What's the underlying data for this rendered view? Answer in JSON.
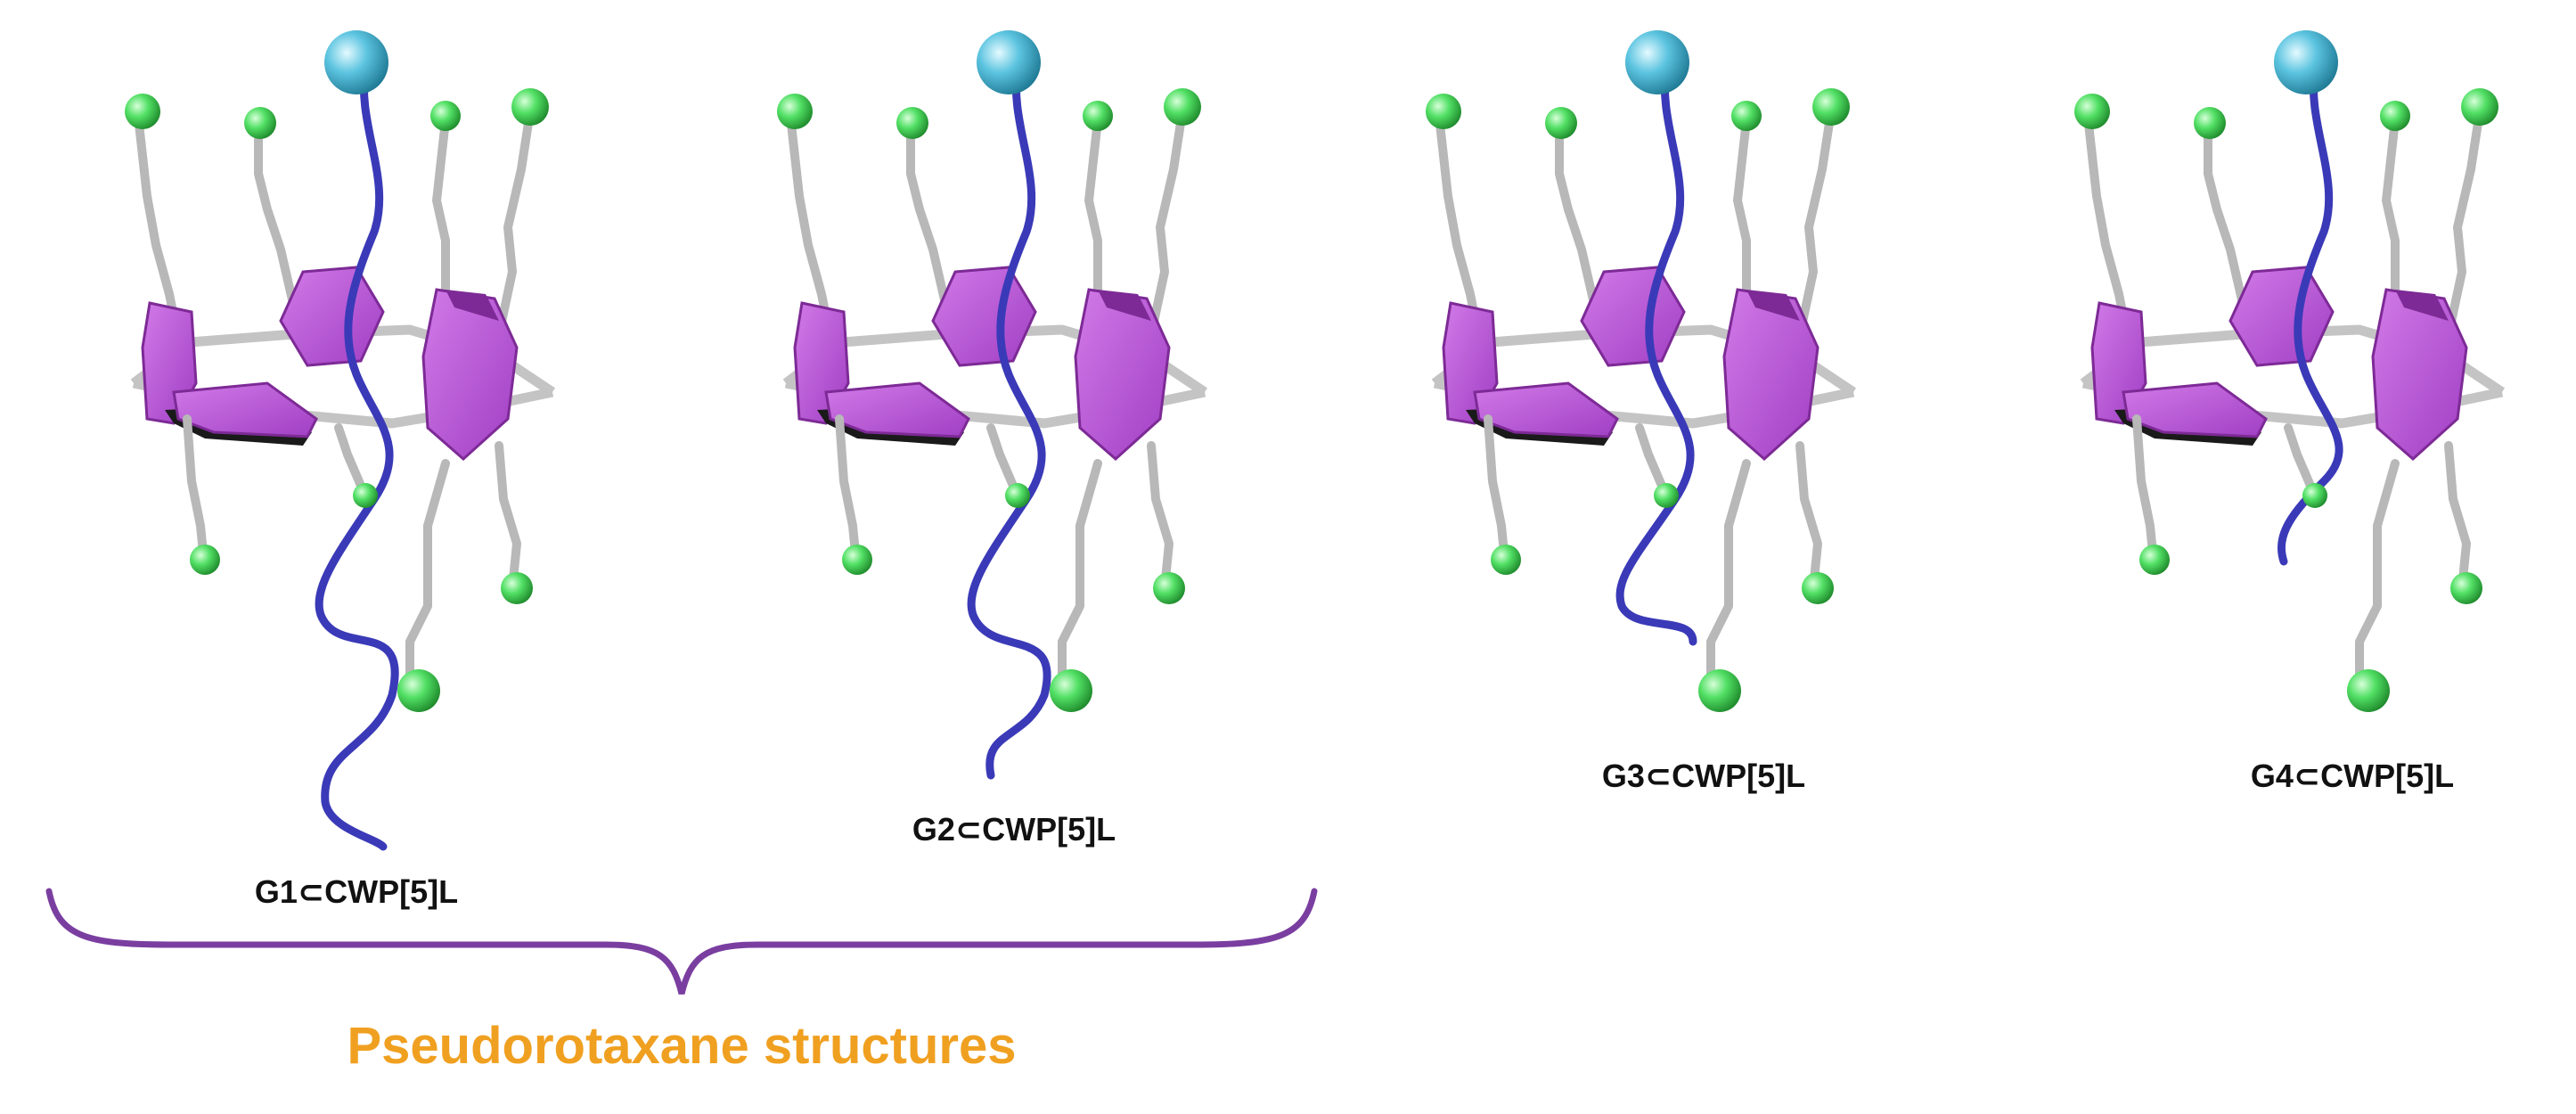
{
  "figure": {
    "complexes": [
      {
        "label": "G1⊂CWP[5]L",
        "axle_length": "long"
      },
      {
        "label": "G2⊂CWP[5]L",
        "axle_length": "medium-long"
      },
      {
        "label": "G3⊂CWP[5]L",
        "axle_length": "medium"
      },
      {
        "label": "G4⊂CWP[5]L",
        "axle_length": "short"
      }
    ],
    "group_caption": "Pseudorotaxane structures",
    "colors": {
      "hexagon": "#b84fd6",
      "hexagon_dark": "#7d2a96",
      "linker": "#b8b8b8",
      "terminal_sphere": "#52e065",
      "stopper_sphere": "#5cc4e0",
      "axle": "#3a3ab8",
      "bracket": "#7a3ea0",
      "caption": "#f0a020"
    }
  }
}
